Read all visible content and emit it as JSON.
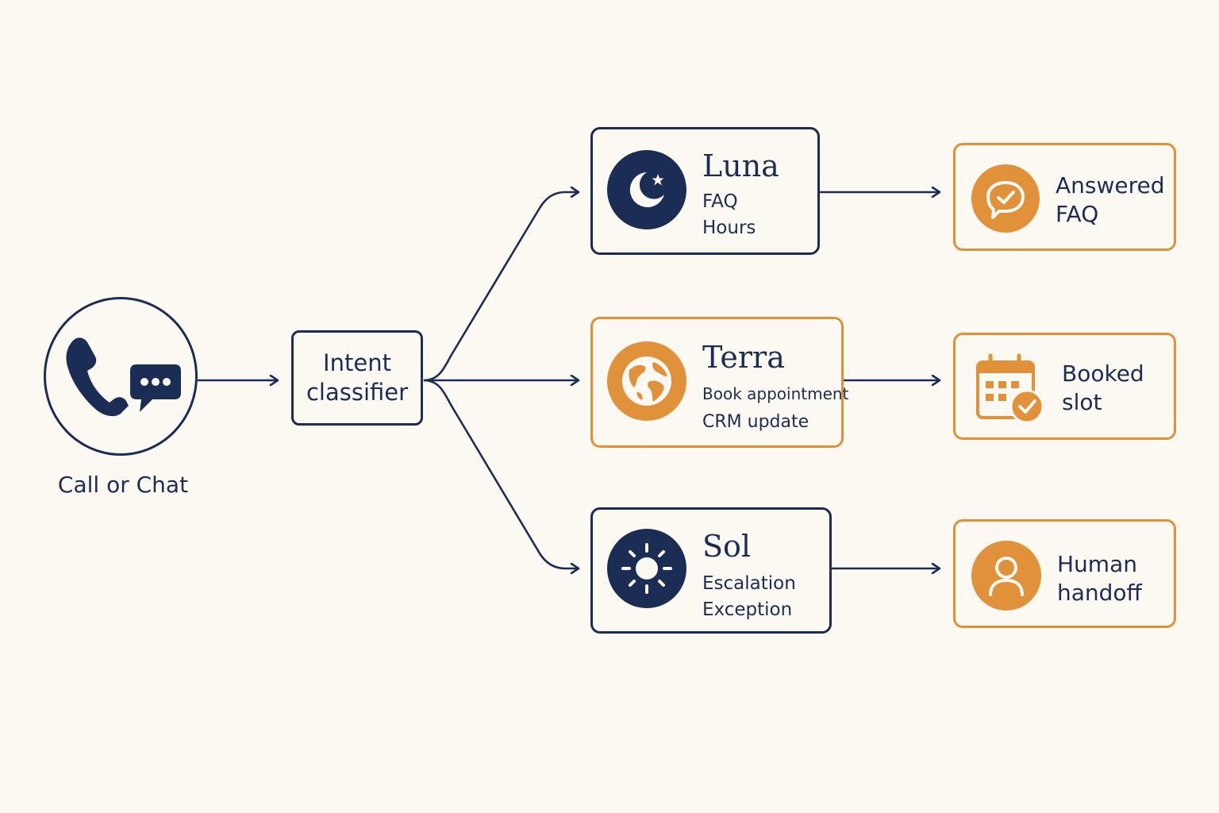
{
  "source": {
    "label": "Call or Chat",
    "icons": [
      "phone-icon",
      "chat-bubble-icon"
    ]
  },
  "classifier": {
    "line1": "Intent",
    "line2": "classifier"
  },
  "agents": [
    {
      "name": "Luna",
      "line1": "FAQ",
      "line2": "Hours",
      "icon": "moon-star-icon",
      "accent": "#1b2d55"
    },
    {
      "name": "Terra",
      "line1": "Book appointment",
      "line2": "CRM update",
      "icon": "globe-icon",
      "accent": "#e0913a"
    },
    {
      "name": "Sol",
      "line1": "Escalation",
      "line2": "Exception",
      "icon": "sun-icon",
      "accent": "#1b2d55"
    }
  ],
  "outcomes": [
    {
      "line1": "Answered",
      "line2": "FAQ",
      "icon": "chat-check-icon"
    },
    {
      "line1": "Booked",
      "line2": "slot",
      "icon": "calendar-check-icon"
    },
    {
      "line1": "Human",
      "line2": "handoff",
      "icon": "person-icon"
    }
  ],
  "colors": {
    "navy": "#1b2d55",
    "orange": "#e0913a",
    "background": "#fcf9f3"
  }
}
